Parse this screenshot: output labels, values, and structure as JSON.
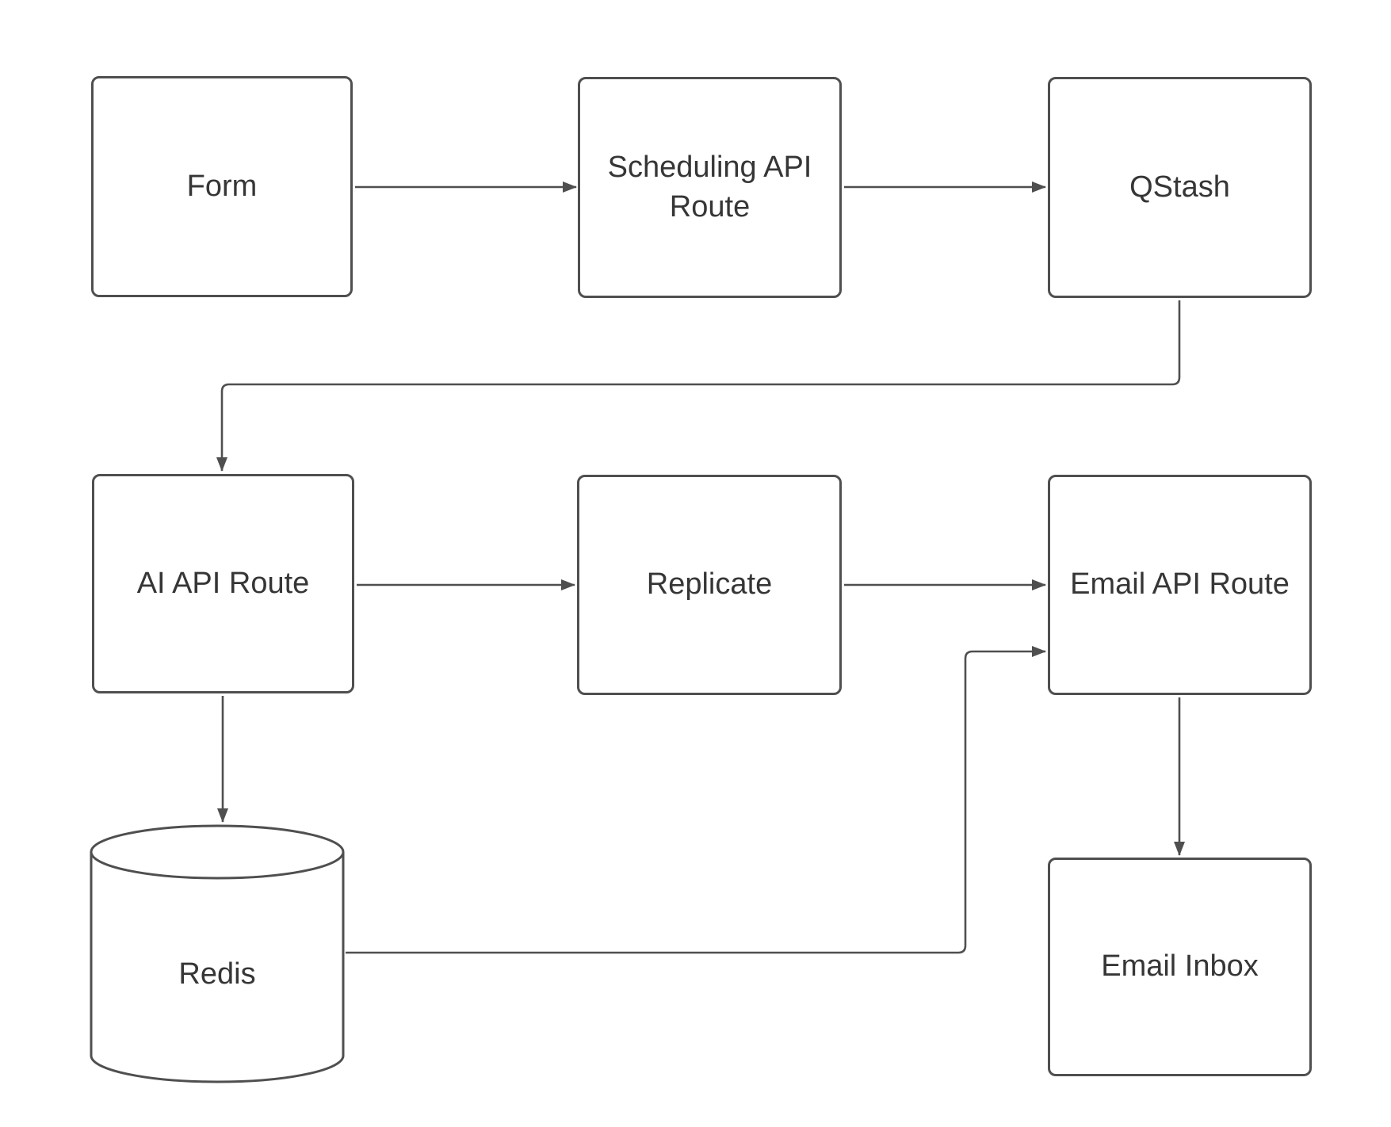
{
  "diagram": {
    "type": "flowchart",
    "nodes": {
      "form": {
        "label": "Form",
        "shape": "rounded-rectangle"
      },
      "scheduling_api_route": {
        "label": "Scheduling API Route",
        "shape": "rounded-rectangle"
      },
      "qstash": {
        "label": "QStash",
        "shape": "rounded-rectangle"
      },
      "ai_api_route": {
        "label": "AI API Route",
        "shape": "rounded-rectangle"
      },
      "replicate": {
        "label": "Replicate",
        "shape": "rounded-rectangle"
      },
      "email_api_route": {
        "label": "Email API Route",
        "shape": "rounded-rectangle"
      },
      "redis": {
        "label": "Redis",
        "shape": "cylinder"
      },
      "email_inbox": {
        "label": "Email Inbox",
        "shape": "rounded-rectangle"
      }
    },
    "edges": [
      {
        "from": "form",
        "to": "scheduling_api_route",
        "style": "arrow"
      },
      {
        "from": "scheduling_api_route",
        "to": "qstash",
        "style": "arrow"
      },
      {
        "from": "qstash",
        "to": "ai_api_route",
        "style": "arrow-orthogonal"
      },
      {
        "from": "ai_api_route",
        "to": "replicate",
        "style": "arrow"
      },
      {
        "from": "replicate",
        "to": "email_api_route",
        "style": "arrow"
      },
      {
        "from": "ai_api_route",
        "to": "redis",
        "style": "arrow"
      },
      {
        "from": "redis",
        "to": "email_api_route",
        "style": "arrow-orthogonal"
      },
      {
        "from": "email_api_route",
        "to": "email_inbox",
        "style": "arrow"
      }
    ],
    "colors": {
      "node_border": "#4f4f4f",
      "connector": "#4f4f4f",
      "arrowhead": "#4f4f4f",
      "label_text": "#363636",
      "node_fill": "#ffffff",
      "canvas_background": "#ffffff"
    }
  }
}
